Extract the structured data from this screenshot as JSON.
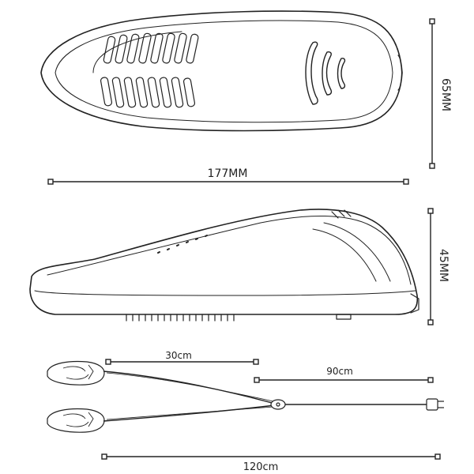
{
  "dimensions": {
    "top_length": "177MM",
    "top_width": "65MM",
    "side_height": "45MM",
    "cable_short": "30cm",
    "cable_long": "90cm",
    "cable_total": "120cm"
  },
  "colors": {
    "stroke": "#222222",
    "background": "#ffffff"
  }
}
